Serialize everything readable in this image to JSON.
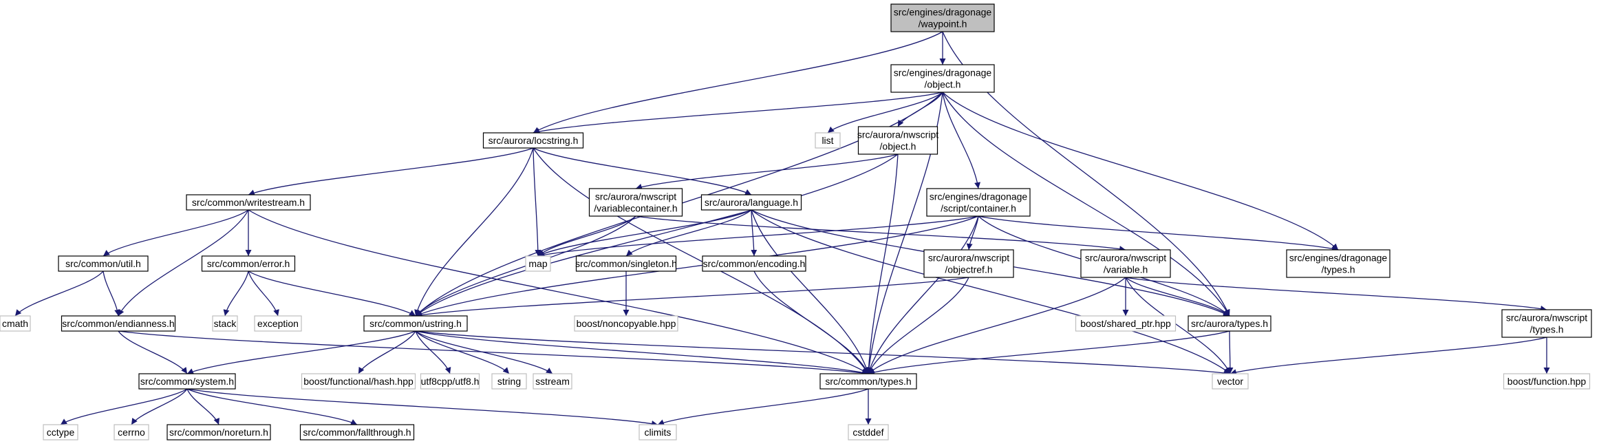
{
  "colors": {
    "edge": "#191970",
    "node_border": "#000000",
    "ext_border": "#bfbfbf",
    "root_fill": "#bfbfbf",
    "node_fill": "#ffffff"
  },
  "nodes": [
    {
      "id": "waypoint",
      "label": [
        "src/engines/dragonage",
        "/waypoint.h"
      ],
      "kind": "root"
    },
    {
      "id": "object",
      "label": [
        "src/engines/dragonage",
        "/object.h"
      ],
      "kind": "file"
    },
    {
      "id": "locstring",
      "label": [
        "src/aurora/locstring.h"
      ],
      "kind": "file"
    },
    {
      "id": "list",
      "label": [
        "list"
      ],
      "kind": "ext"
    },
    {
      "id": "nws_object",
      "label": [
        "src/aurora/nwscript",
        "/object.h"
      ],
      "kind": "file"
    },
    {
      "id": "writestream",
      "label": [
        "src/common/writestream.h"
      ],
      "kind": "file"
    },
    {
      "id": "varcontainer",
      "label": [
        "src/aurora/nwscript",
        "/variablecontainer.h"
      ],
      "kind": "file"
    },
    {
      "id": "language",
      "label": [
        "src/aurora/language.h"
      ],
      "kind": "file"
    },
    {
      "id": "container",
      "label": [
        "src/engines/dragonage",
        "/script/container.h"
      ],
      "kind": "file"
    },
    {
      "id": "util",
      "label": [
        "src/common/util.h"
      ],
      "kind": "file"
    },
    {
      "id": "error",
      "label": [
        "src/common/error.h"
      ],
      "kind": "file"
    },
    {
      "id": "map",
      "label": [
        "map"
      ],
      "kind": "ext"
    },
    {
      "id": "singleton",
      "label": [
        "src/common/singleton.h"
      ],
      "kind": "file"
    },
    {
      "id": "encoding",
      "label": [
        "src/common/encoding.h"
      ],
      "kind": "file"
    },
    {
      "id": "objectref",
      "label": [
        "src/aurora/nwscript",
        "/objectref.h"
      ],
      "kind": "file"
    },
    {
      "id": "variable",
      "label": [
        "src/aurora/nwscript",
        "/variable.h"
      ],
      "kind": "file"
    },
    {
      "id": "da_types",
      "label": [
        "src/engines/dragonage",
        "/types.h"
      ],
      "kind": "file"
    },
    {
      "id": "cmath",
      "label": [
        "cmath"
      ],
      "kind": "ext"
    },
    {
      "id": "stack",
      "label": [
        "stack"
      ],
      "kind": "ext"
    },
    {
      "id": "exception",
      "label": [
        "exception"
      ],
      "kind": "ext"
    },
    {
      "id": "noncopyable",
      "label": [
        "boost/noncopyable.hpp"
      ],
      "kind": "ext"
    },
    {
      "id": "shared_ptr",
      "label": [
        "boost/shared_ptr.hpp"
      ],
      "kind": "ext"
    },
    {
      "id": "endianness",
      "label": [
        "src/common/endianness.h"
      ],
      "kind": "file"
    },
    {
      "id": "ustring",
      "label": [
        "src/common/ustring.h"
      ],
      "kind": "file"
    },
    {
      "id": "aurora_types",
      "label": [
        "src/aurora/types.h"
      ],
      "kind": "file"
    },
    {
      "id": "nws_types",
      "label": [
        "src/aurora/nwscript",
        "/types.h"
      ],
      "kind": "file"
    },
    {
      "id": "system",
      "label": [
        "src/common/system.h"
      ],
      "kind": "file"
    },
    {
      "id": "hash",
      "label": [
        "boost/functional/hash.hpp"
      ],
      "kind": "ext"
    },
    {
      "id": "utf8",
      "label": [
        "utf8cpp/utf8.h"
      ],
      "kind": "ext"
    },
    {
      "id": "string",
      "label": [
        "string"
      ],
      "kind": "ext"
    },
    {
      "id": "sstream",
      "label": [
        "sstream"
      ],
      "kind": "ext"
    },
    {
      "id": "common_types",
      "label": [
        "src/common/types.h"
      ],
      "kind": "file"
    },
    {
      "id": "vector",
      "label": [
        "vector"
      ],
      "kind": "ext"
    },
    {
      "id": "function",
      "label": [
        "boost/function.hpp"
      ],
      "kind": "ext"
    },
    {
      "id": "cctype",
      "label": [
        "cctype"
      ],
      "kind": "ext"
    },
    {
      "id": "cerrno",
      "label": [
        "cerrno"
      ],
      "kind": "ext"
    },
    {
      "id": "noreturn",
      "label": [
        "src/common/noreturn.h"
      ],
      "kind": "file"
    },
    {
      "id": "fallthrough",
      "label": [
        "src/common/fallthrough.h"
      ],
      "kind": "file"
    },
    {
      "id": "climits",
      "label": [
        "climits"
      ],
      "kind": "ext"
    },
    {
      "id": "cstddef",
      "label": [
        "cstddef"
      ],
      "kind": "ext"
    }
  ],
  "edges": [
    [
      "waypoint",
      "object"
    ],
    [
      "waypoint",
      "locstring"
    ],
    [
      "waypoint",
      "aurora_types"
    ],
    [
      "object",
      "locstring"
    ],
    [
      "object",
      "list"
    ],
    [
      "object",
      "nws_object"
    ],
    [
      "object",
      "container"
    ],
    [
      "object",
      "da_types"
    ],
    [
      "object",
      "ustring"
    ],
    [
      "object",
      "aurora_types"
    ],
    [
      "object",
      "common_types"
    ],
    [
      "locstring",
      "writestream"
    ],
    [
      "locstring",
      "language"
    ],
    [
      "locstring",
      "map"
    ],
    [
      "locstring",
      "ustring"
    ],
    [
      "locstring",
      "common_types"
    ],
    [
      "nws_object",
      "varcontainer"
    ],
    [
      "nws_object",
      "common_types"
    ],
    [
      "nws_object",
      "ustring"
    ],
    [
      "writestream",
      "util"
    ],
    [
      "writestream",
      "error"
    ],
    [
      "writestream",
      "endianness"
    ],
    [
      "writestream",
      "common_types"
    ],
    [
      "varcontainer",
      "map"
    ],
    [
      "varcontainer",
      "variable"
    ],
    [
      "varcontainer",
      "ustring"
    ],
    [
      "language",
      "map"
    ],
    [
      "language",
      "singleton"
    ],
    [
      "language",
      "encoding"
    ],
    [
      "language",
      "common_types"
    ],
    [
      "language",
      "aurora_types"
    ],
    [
      "language",
      "vector"
    ],
    [
      "container",
      "map"
    ],
    [
      "container",
      "objectref"
    ],
    [
      "container",
      "ustring"
    ],
    [
      "container",
      "common_types"
    ],
    [
      "container",
      "aurora_types"
    ],
    [
      "container",
      "da_types"
    ],
    [
      "util",
      "cmath"
    ],
    [
      "util",
      "endianness"
    ],
    [
      "error",
      "stack"
    ],
    [
      "error",
      "exception"
    ],
    [
      "error",
      "ustring"
    ],
    [
      "singleton",
      "noncopyable"
    ],
    [
      "encoding",
      "common_types"
    ],
    [
      "objectref",
      "ustring"
    ],
    [
      "objectref",
      "common_types"
    ],
    [
      "variable",
      "shared_ptr"
    ],
    [
      "variable",
      "aurora_types"
    ],
    [
      "variable",
      "nws_types"
    ],
    [
      "variable",
      "vector"
    ],
    [
      "variable",
      "common_types"
    ],
    [
      "endianness",
      "system"
    ],
    [
      "endianness",
      "common_types"
    ],
    [
      "ustring",
      "system"
    ],
    [
      "ustring",
      "hash"
    ],
    [
      "ustring",
      "utf8"
    ],
    [
      "ustring",
      "string"
    ],
    [
      "ustring",
      "sstream"
    ],
    [
      "ustring",
      "common_types"
    ],
    [
      "ustring",
      "vector"
    ],
    [
      "aurora_types",
      "vector"
    ],
    [
      "aurora_types",
      "common_types"
    ],
    [
      "nws_types",
      "vector"
    ],
    [
      "nws_types",
      "function"
    ],
    [
      "system",
      "cctype"
    ],
    [
      "system",
      "cerrno"
    ],
    [
      "system",
      "noreturn"
    ],
    [
      "system",
      "fallthrough"
    ],
    [
      "system",
      "climits"
    ],
    [
      "common_types",
      "climits"
    ],
    [
      "common_types",
      "cstddef"
    ]
  ]
}
